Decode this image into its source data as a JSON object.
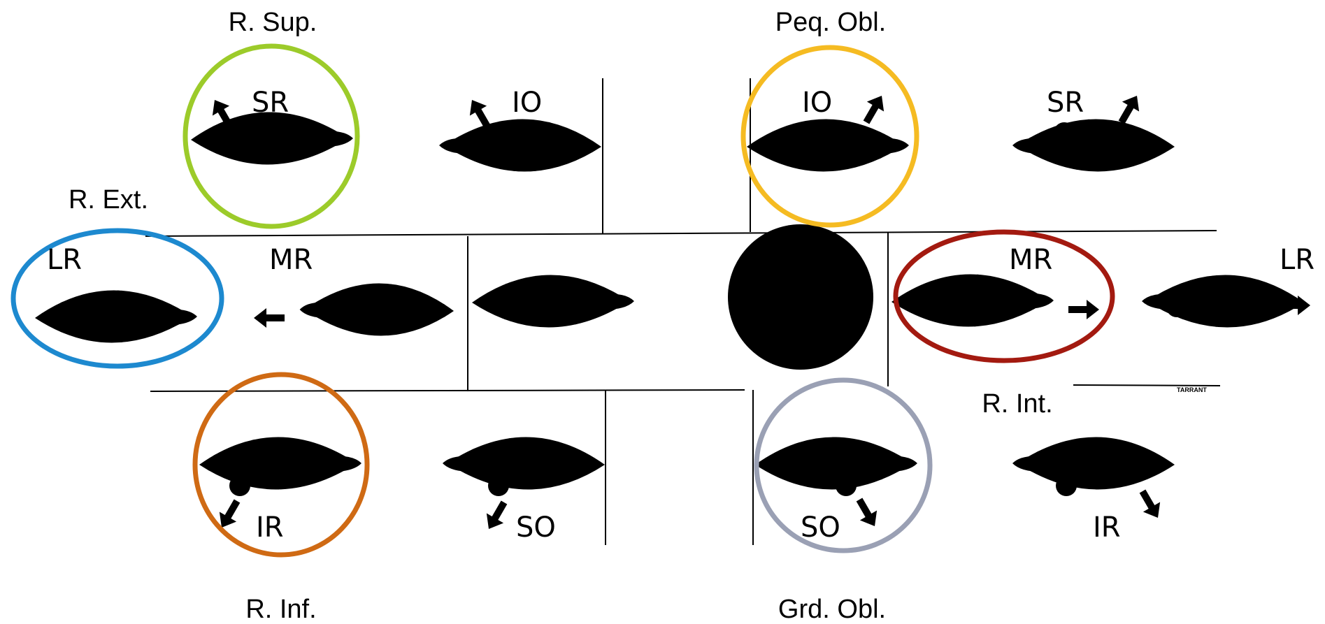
{
  "captions": {
    "sup": "R. Sup.",
    "peq": "Peq. Obl.",
    "ext": "R. Ext.",
    "int": "R. Int.",
    "inf": "R. Inf.",
    "grd": "Grd. Obl."
  },
  "muscles": {
    "sr_left": "SR",
    "io_left": "IO",
    "io_right": "IO",
    "sr_right": "SR",
    "lr_left": "LR",
    "mr_left": "MR",
    "mr_right": "MR",
    "lr_right": "LR",
    "ir_left": "IR",
    "so_left": "SO",
    "so_right": "SO",
    "ir_right": "IR"
  },
  "signature": "TARRANT",
  "colors": {
    "sup": "#9ccb2a",
    "peq": "#f5bb22",
    "ext": "#1d89cf",
    "int": "#a31a10",
    "inf": "#cf6a14",
    "grd": "#9aa0b4",
    "occluder": "#000000"
  }
}
